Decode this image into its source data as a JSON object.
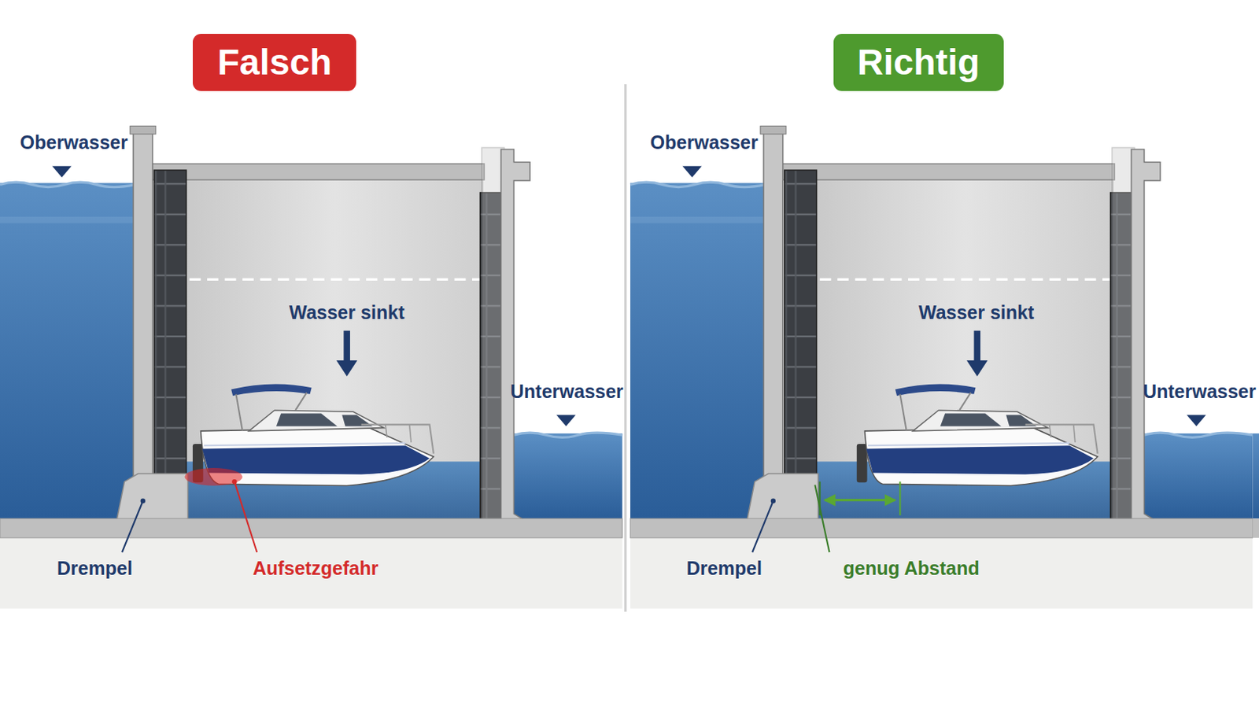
{
  "diagram": {
    "nodes": [
      {
        "text": [
          "Falsch"
        ]
      },
      {
        "text": [
          "Richtig"
        ]
      }
    ],
    "labels": [
      "Oberwasser",
      "Wasser sinkt",
      "Unterwasser",
      "Drempel",
      "Aufsetzgefahr",
      "Oberwasser",
      "Wasser sinkt",
      "Unterwasser",
      "Drempel",
      "genug Abstand"
    ]
  }
}
